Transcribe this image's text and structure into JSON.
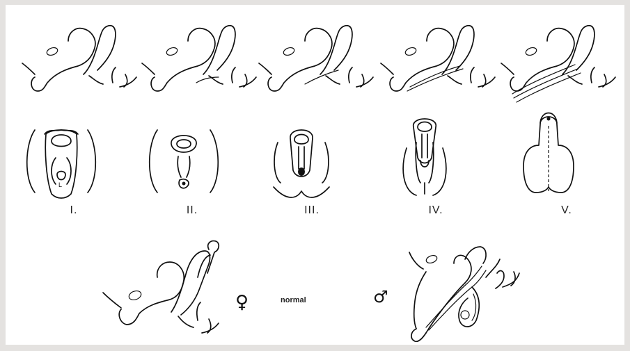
{
  "stages": [
    {
      "label": "I."
    },
    {
      "label": "II."
    },
    {
      "label": "III."
    },
    {
      "label": "IV."
    },
    {
      "label": "V."
    }
  ],
  "normal": {
    "label": "normal",
    "female_symbol": "♀",
    "male_symbol": "♂"
  }
}
